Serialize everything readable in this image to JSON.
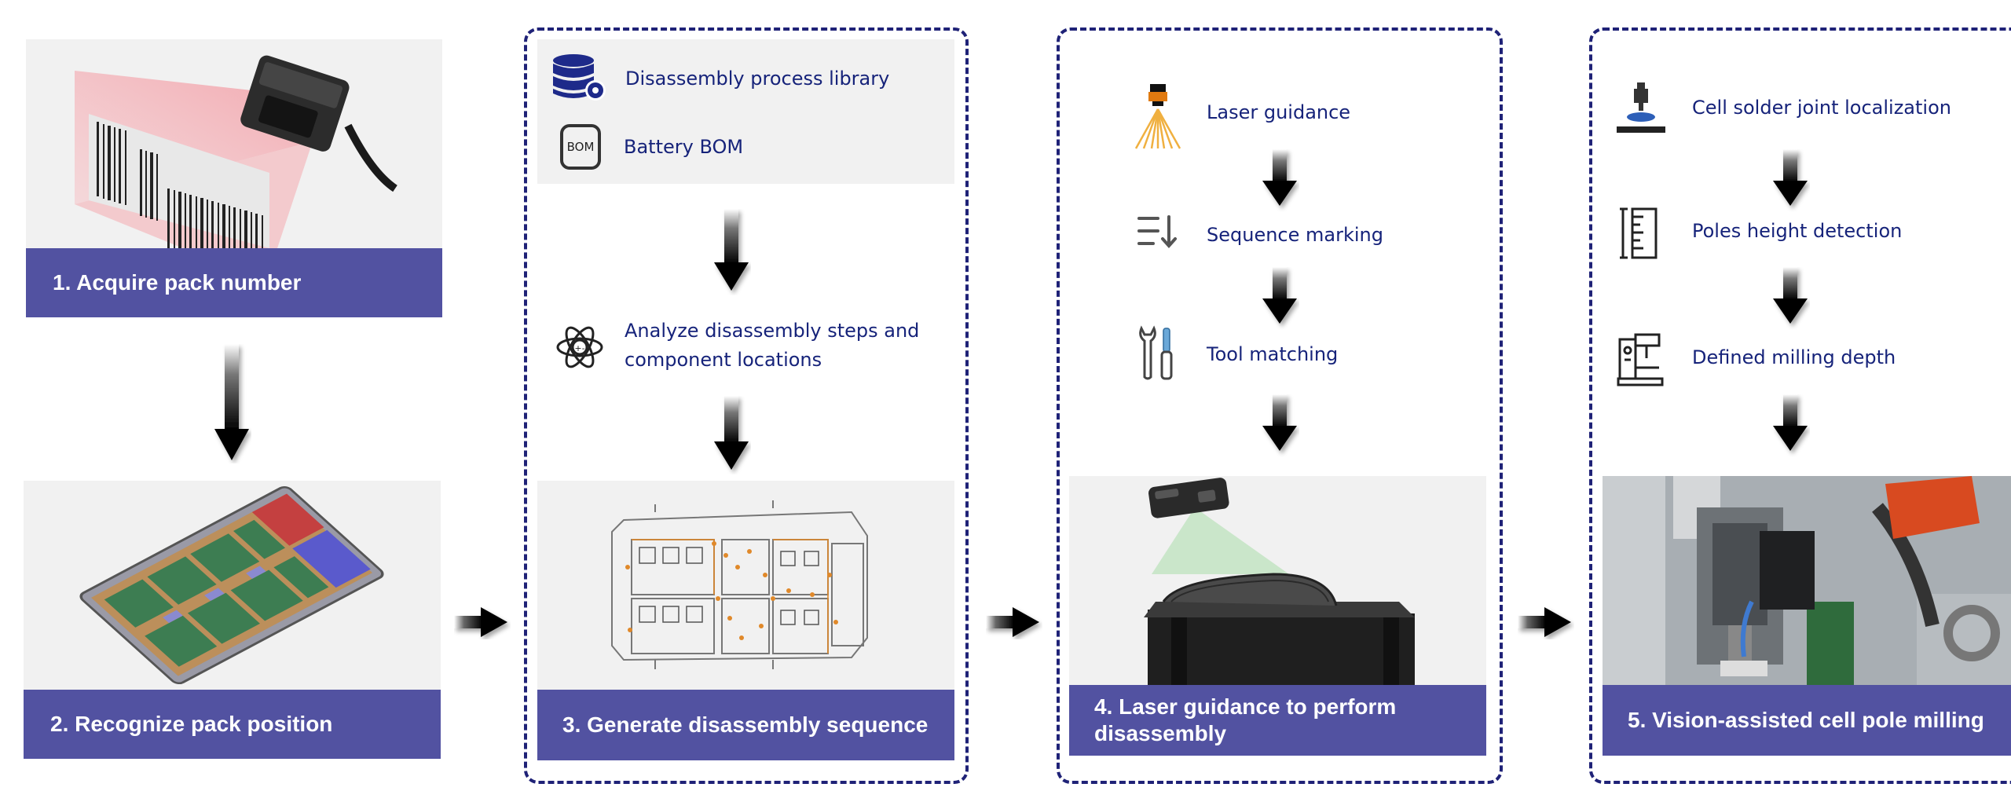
{
  "steps": {
    "s1": "1. Acquire pack number",
    "s2": "2. Recognize pack position",
    "s3": "3. Generate disassembly sequence",
    "s4": "4. Laser guidance to perform disassembly",
    "s5": "5. Vision-assisted cell pole milling"
  },
  "col3": {
    "library": "Disassembly process library",
    "bom": "Battery BOM",
    "bom_icon_text": "BOM",
    "analyze_line1": "Analyze disassembly steps and",
    "analyze_line2": "component locations"
  },
  "col4": {
    "laser": "Laser guidance",
    "sequence": "Sequence marking",
    "tool": "Tool matching"
  },
  "col5": {
    "solder": "Cell solder joint localization",
    "poles": "Poles height detection",
    "milling": "Defined milling depth"
  },
  "colors": {
    "banner": "#5252a1",
    "border": "#1f2277",
    "text": "#16237a"
  }
}
